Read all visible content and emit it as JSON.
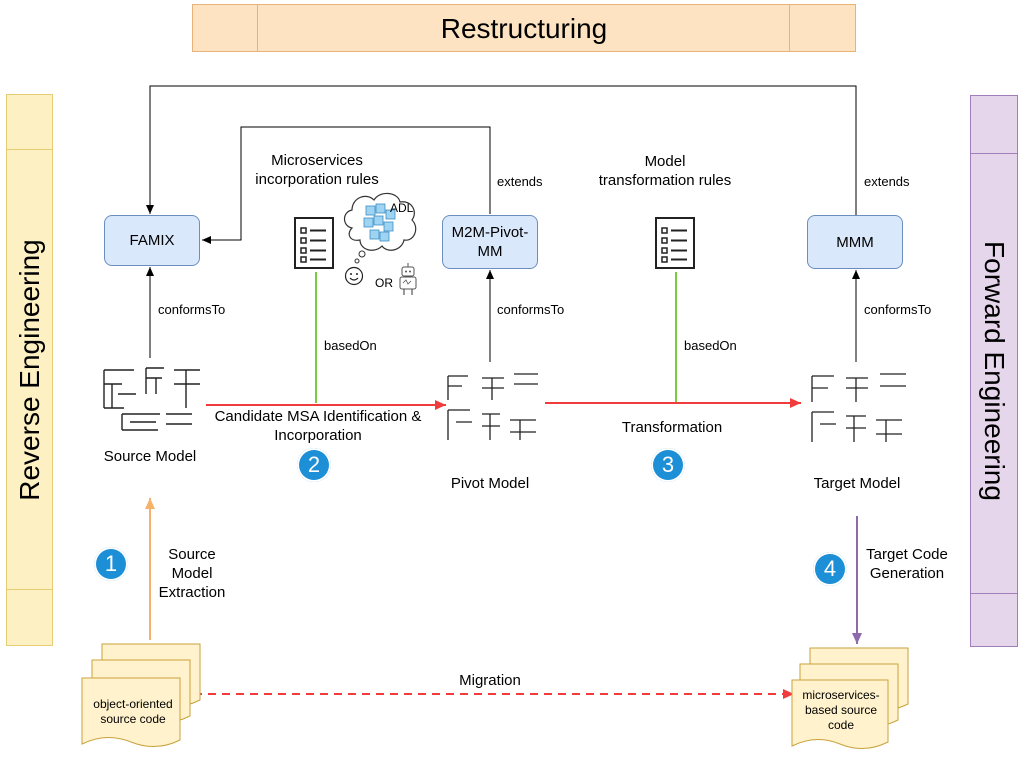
{
  "bands": {
    "top": "Restructuring",
    "left": "Reverse Engineering",
    "right": "Forward Engineering"
  },
  "metamodels": {
    "famix": "FAMIX",
    "pivot_mm": "M2M-Pivot-MM",
    "mmm": "MMM"
  },
  "models": {
    "source": "Source Model",
    "pivot": "Pivot Model",
    "target": "Target Model"
  },
  "rules": {
    "microservices": "Microservices incorporation rules",
    "transformation": "Model transformation rules"
  },
  "relations": {
    "conforms_to": "conformsTo",
    "extends": "extends",
    "based_on": "basedOn",
    "or": "OR",
    "adl": "ADL"
  },
  "steps": {
    "s1": {
      "number": "1",
      "label": "Source Model Extraction"
    },
    "s2": {
      "number": "2",
      "label": "Candidate MSA Identification & Incorporation"
    },
    "s3": {
      "number": "3",
      "label": "Transformation"
    },
    "s4": {
      "number": "4",
      "label": "Target Code Generation"
    }
  },
  "code": {
    "source": "object-oriented source code",
    "target": "microservices-based source code",
    "migration": "Migration"
  },
  "colors": {
    "red_arrow": "#f03c3c",
    "green_line": "#7ac943",
    "orange_arrow": "#f6b26b",
    "purple_arrow": "#8e6aad",
    "step_circle": "#1c8fd6",
    "metamodel_fill": "#dae8fc",
    "doc_fill": "#fff2cc"
  }
}
